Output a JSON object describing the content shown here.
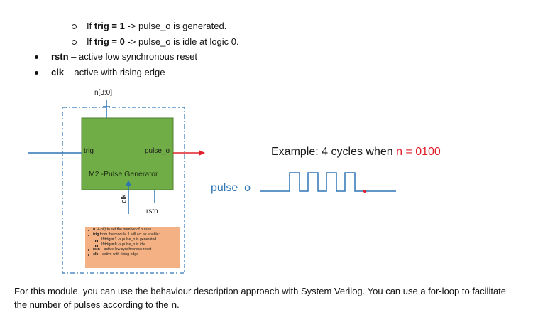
{
  "top_list": {
    "sub1_pre": "If ",
    "sub1_bold": "trig = 1",
    "sub1_post": " -> pulse_o is generated.",
    "sub2_pre": "If ",
    "sub2_bold": "trig = 0",
    "sub2_post": " -> pulse_o is idle at logic 0.",
    "item3_bold": "rstn",
    "item3_post": " – active low synchronous reset",
    "item4_bold": "clk",
    "item4_post": " – active with rising edge"
  },
  "diagram": {
    "n_label": "n[3:0]",
    "trig_label": "trig",
    "pulse_o_label": "pulse_o",
    "module_name": "M2 -Pulse Generator",
    "clk_label": "clk",
    "rstn_label": "rstn",
    "notes": {
      "l1_bold": "n",
      "l1_rest": " (4-bit) to set the number of pulses.",
      "l2_bold": "trig",
      "l2_rest": " from the module 1 will act as enable:",
      "l3_pre": "If ",
      "l3_bold": "trig = 1",
      "l3_rest": " -> pulse_o is generated.",
      "l4_pre": "If ",
      "l4_bold": "trig = 0",
      "l4_rest": " -> pulse_o is idle.",
      "l5_bold": "rstn",
      "l5_rest": " – active low synchronous reset",
      "l6_bold": "clk",
      "l6_rest": " – active with rising edge"
    },
    "colors": {
      "module_fill": "#70ad47",
      "module_border": "#507e32",
      "note_fill": "#f4b183",
      "input_wire": "#2e75b6",
      "output_wire": "#e0202a",
      "dashed_border": "#2e75b6"
    }
  },
  "waveform": {
    "example_pre": "Example: 4 cycles when ",
    "example_n": "n = 0100",
    "signal_label": "pulse_o",
    "pulse_count": 4,
    "wave_color": "#2e75b6",
    "end_dot_color": "#e0202a"
  },
  "paragraph": {
    "p1": "For this module, you can use the behaviour description approach with System Verilog. You can use a for-loop to facilitate the number of pulses according to the ",
    "p_bold": "n",
    "p2": "."
  }
}
